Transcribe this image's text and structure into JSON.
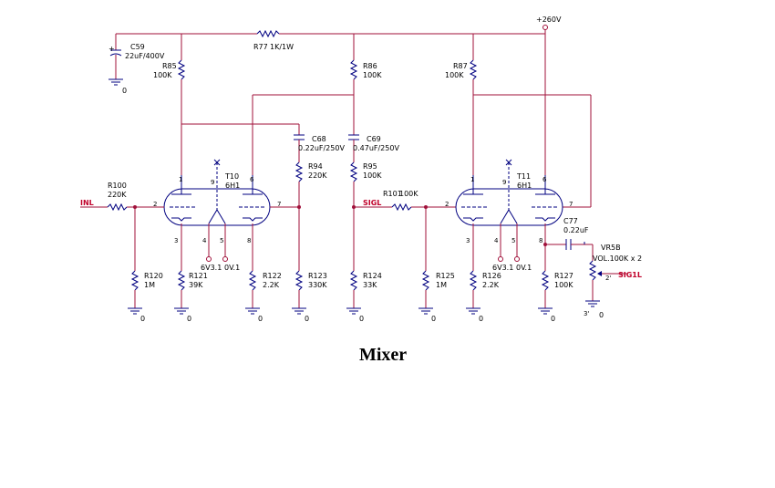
{
  "title": "Mixer",
  "supply": "+260V",
  "nets": {
    "in_left": "INL",
    "sig_mid": "SIGL",
    "sig_out": "SIG1L"
  },
  "tubes": [
    {
      "ref": "T10",
      "type": "6H1",
      "heater": "6V3.1",
      "heater_ref": "0V.1"
    },
    {
      "ref": "T11",
      "type": "6H1",
      "heater": "6V3.1",
      "heater_ref": "0V.1"
    }
  ],
  "capacitors": [
    {
      "ref": "C59",
      "value": "22uF/400V"
    },
    {
      "ref": "C68",
      "value": "0.22uF/250V"
    },
    {
      "ref": "C69",
      "value": "0.47uF/250V"
    },
    {
      "ref": "C77",
      "value": "0.22uF"
    }
  ],
  "resistors": [
    {
      "ref": "R77",
      "value": "1K/1W"
    },
    {
      "ref": "R85",
      "value": "100K"
    },
    {
      "ref": "R86",
      "value": "100K"
    },
    {
      "ref": "R87",
      "value": "100K"
    },
    {
      "ref": "R94",
      "value": "220K"
    },
    {
      "ref": "R95",
      "value": "100K"
    },
    {
      "ref": "R100",
      "value": "220K"
    },
    {
      "ref": "R101",
      "value": "100K"
    },
    {
      "ref": "R120",
      "value": "1M"
    },
    {
      "ref": "R121",
      "value": "39K"
    },
    {
      "ref": "R122",
      "value": "2.2K"
    },
    {
      "ref": "R123",
      "value": "330K"
    },
    {
      "ref": "R124",
      "value": "33K"
    },
    {
      "ref": "R125",
      "value": "1M"
    },
    {
      "ref": "R126",
      "value": "2.2K"
    },
    {
      "ref": "R127",
      "value": "100K"
    }
  ],
  "potentiometer": {
    "ref": "VR5B",
    "value": "VOL.100K x 2",
    "wiper_pin": "2'",
    "ccw_pin": "3'"
  },
  "ground_label": "0",
  "pins": {
    "p1": "1",
    "p2": "2",
    "p3": "3",
    "p4": "4",
    "p5": "5",
    "p6": "6",
    "p7": "7",
    "p8": "8",
    "p9": "9"
  }
}
